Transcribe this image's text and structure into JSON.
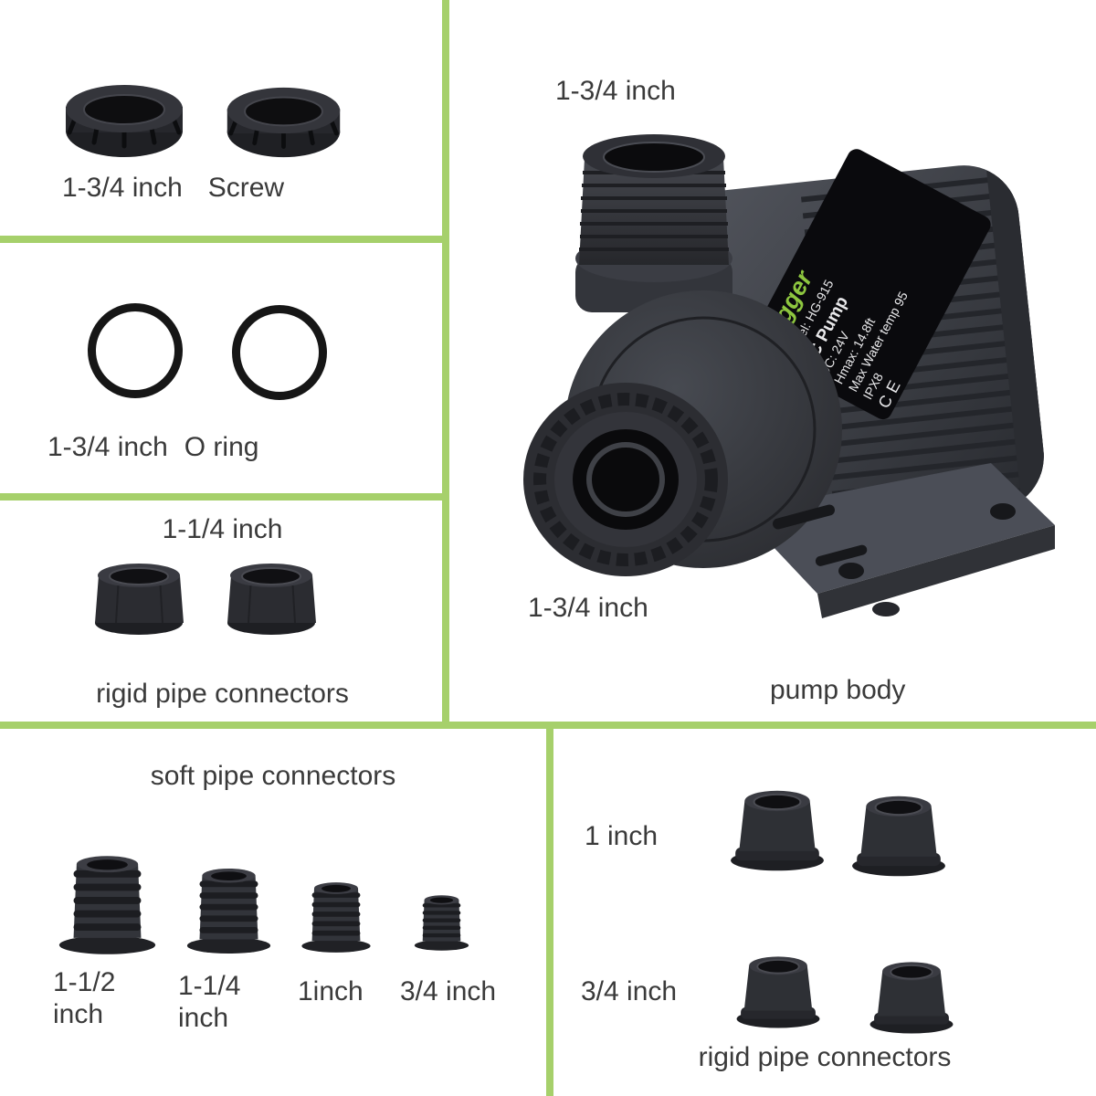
{
  "colors": {
    "divider_green": "#a6d06b",
    "label_text": "#3a3a3a",
    "brand_green": "#8dc63f",
    "part_dark": "#2b2c31"
  },
  "sections": {
    "screw": {
      "size": "1-3/4 inch",
      "name": "Screw"
    },
    "o_ring": {
      "size": "1-3/4 inch",
      "name": "O ring"
    },
    "rigid_connectors_left": {
      "size": "1-1/4 inch",
      "caption": "rigid pipe connectors"
    },
    "soft_connectors": {
      "title": "soft pipe connectors",
      "items": [
        {
          "size": "1-1/2 inch"
        },
        {
          "size": "1-1/4 inch"
        },
        {
          "size": "1inch"
        },
        {
          "size": "3/4 inch"
        }
      ]
    },
    "pump": {
      "inlet_label": "1-3/4 inch",
      "outlet_label": "1-3/4 inch",
      "caption": "pump body",
      "brand": "hygger",
      "spec_lines": [
        "Model: HG-915",
        "DC Pump",
        "DC: 24V",
        "Hmax: 14.8ft",
        "Max Water temp 95",
        "IPX8",
        "CE"
      ]
    },
    "rigid_connectors_right": {
      "row1_size": "1 inch",
      "row2_size": "3/4 inch",
      "caption": "rigid pipe connectors"
    }
  }
}
